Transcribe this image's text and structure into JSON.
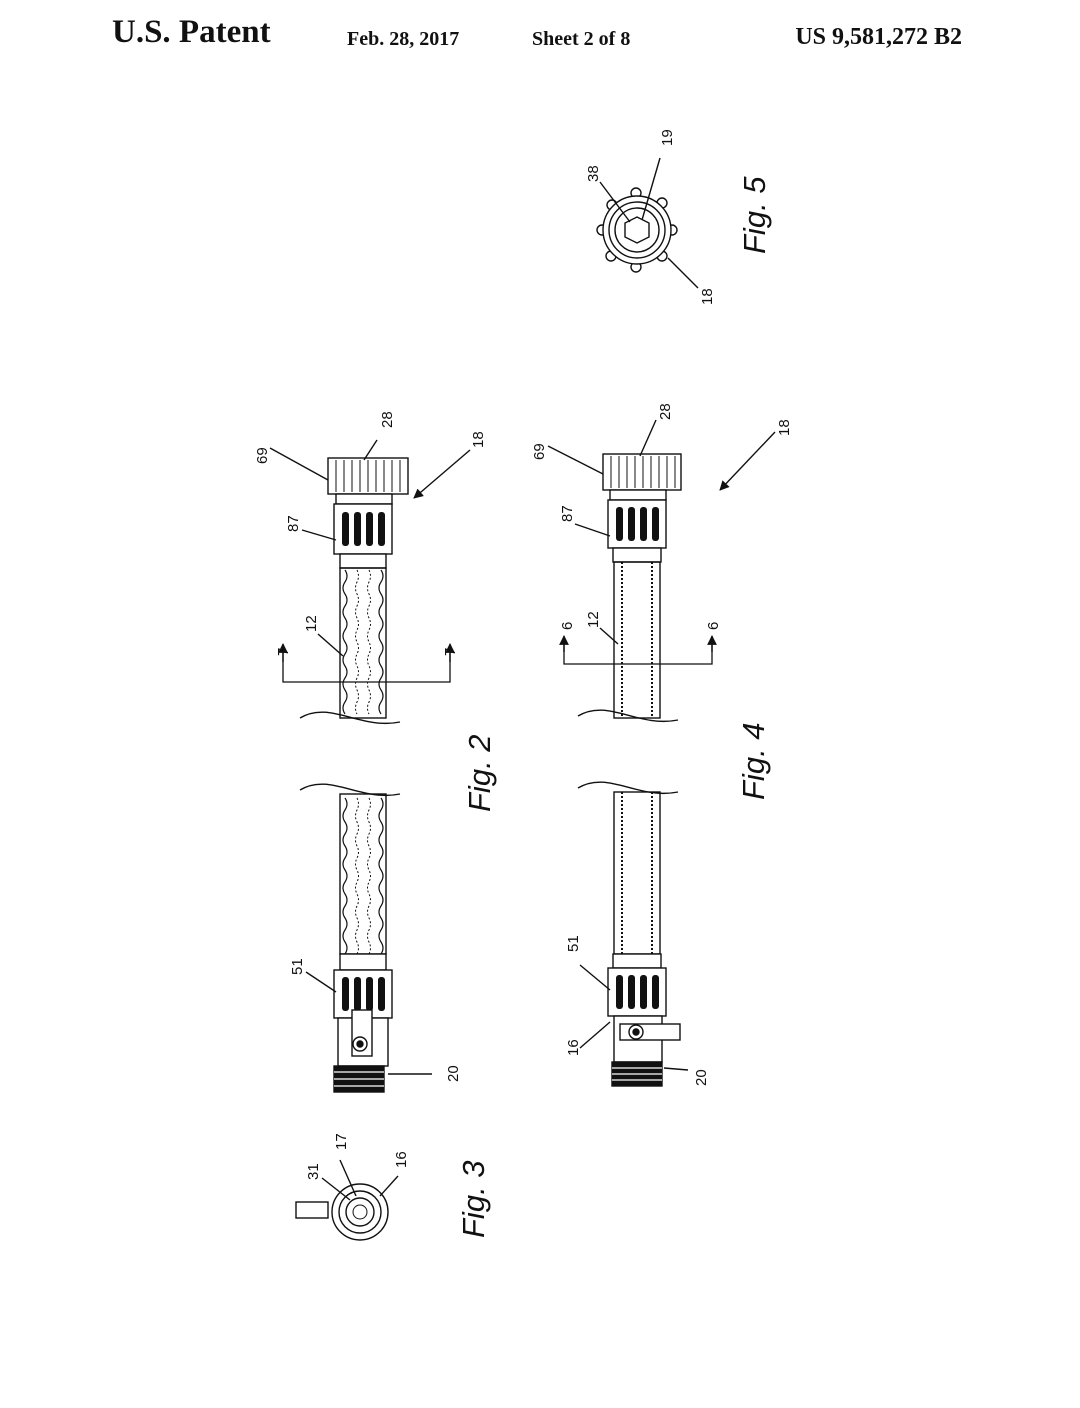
{
  "header": {
    "publication": "U.S. Patent",
    "date": "Feb. 28, 2017",
    "sheet": "Sheet 2 of 8",
    "patent_number": "US 9,581,272 B2"
  },
  "figures": {
    "fig2": {
      "caption": "Fig. 2",
      "labels": {
        "l69": "69",
        "l28": "28",
        "l18": "18",
        "l87": "87",
        "l12": "12",
        "l7a": "7",
        "l7b": "7",
        "l51": "51",
        "l20": "20"
      }
    },
    "fig3": {
      "caption": "Fig. 3",
      "labels": {
        "l31": "31",
        "l17": "17",
        "l16": "16"
      }
    },
    "fig4": {
      "caption": "Fig. 4",
      "labels": {
        "l69": "69",
        "l28": "28",
        "l18": "18",
        "l87": "87",
        "l12": "12",
        "l6a": "6",
        "l6b": "6",
        "l51": "51",
        "l16": "16",
        "l20": "20"
      }
    },
    "fig5": {
      "caption": "Fig. 5",
      "labels": {
        "l38": "38",
        "l19": "19",
        "l18": "18"
      }
    }
  }
}
